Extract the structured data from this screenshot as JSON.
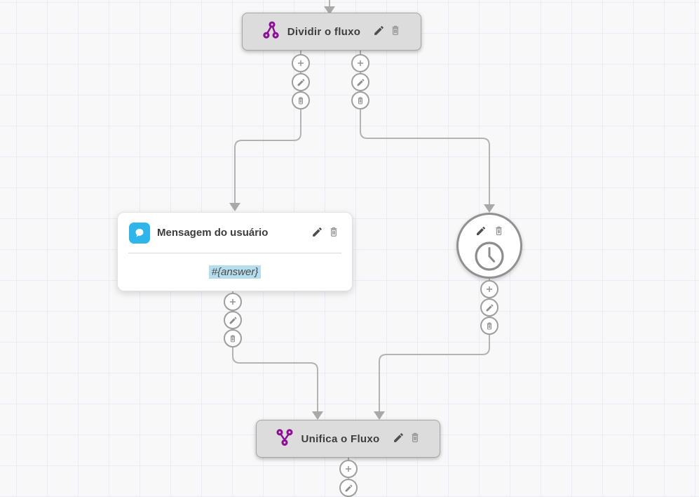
{
  "colors": {
    "background": "#f8f8f9",
    "grid_line": "#e9ecf3",
    "node_gray_fill": "#dcdcdc",
    "connector_gray": "#b3b3b3",
    "accent_purple": "#8d0f96",
    "accent_blue": "#2fb5e9",
    "variable_highlight": "#b5ddee"
  },
  "nodes": {
    "split": {
      "label": "Dividir o fluxo",
      "icon": "split-flow-icon"
    },
    "user_message": {
      "label": "Mensagem do usuário",
      "icon": "chat-bubble-icon",
      "content": "#{answer}"
    },
    "timer": {
      "icon": "clock-icon"
    },
    "merge": {
      "label": "Unifica o Fluxo",
      "icon": "merge-flow-icon"
    }
  },
  "node_action_icons": [
    "pencil-icon",
    "trash-icon"
  ],
  "connector_button_icons": [
    "plus-icon",
    "pencil-icon",
    "trash-icon"
  ]
}
